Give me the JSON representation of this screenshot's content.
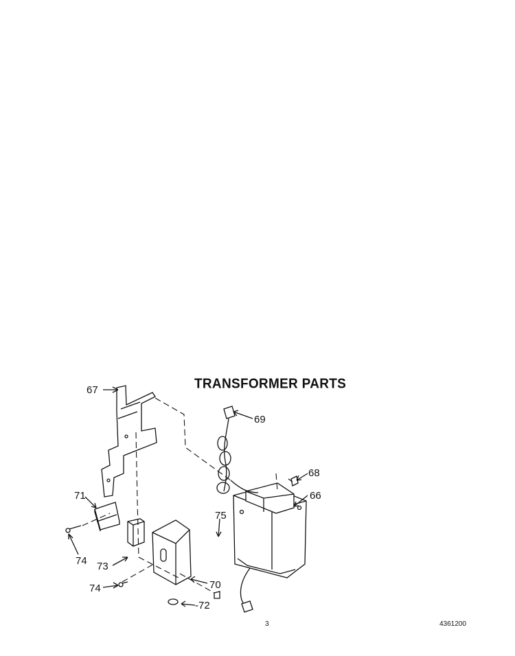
{
  "title": "TRANSFORMER PARTS",
  "page_number": "3",
  "document_number": "4361200",
  "callouts": [
    "67",
    "69",
    "68",
    "66",
    "71",
    "75",
    "73",
    "74",
    "74",
    "70",
    "-72"
  ]
}
